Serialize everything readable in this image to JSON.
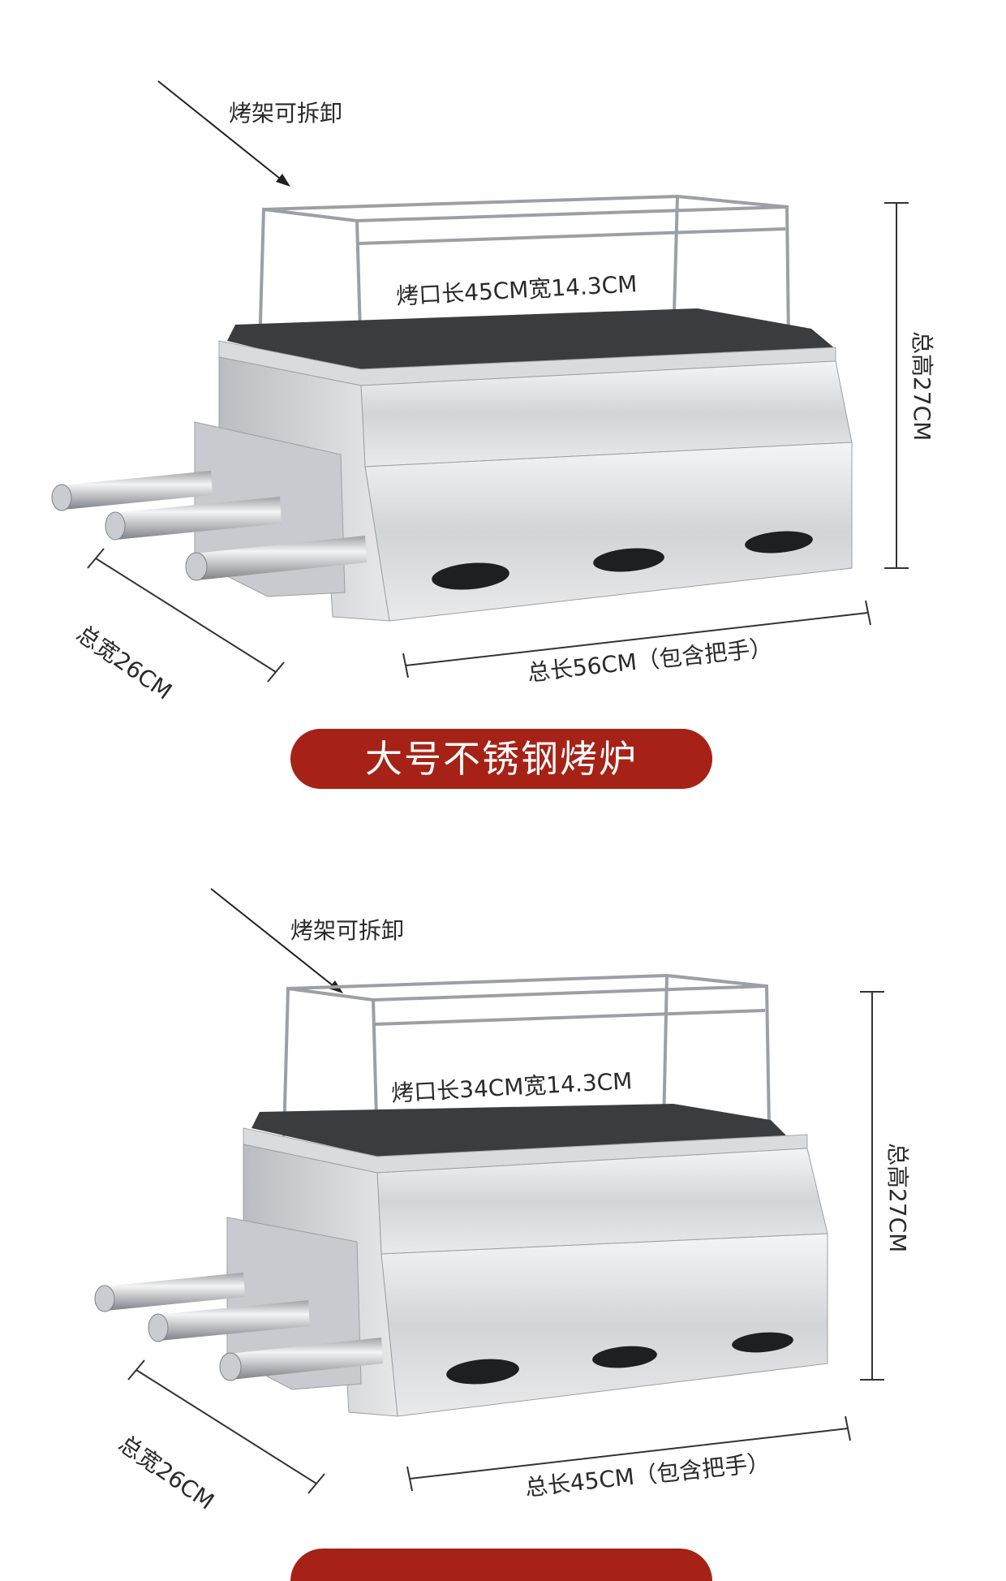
{
  "product_large": {
    "detach_label": "烤架可拆卸",
    "opening_label": "烤口长45CM宽14.3CM",
    "height_label": "总高27CM",
    "width_label": "总宽26CM",
    "length_label": "总长56CM（包含把手）",
    "badge": "大号不锈钢烤炉"
  },
  "product_small": {
    "detach_label": "烤架可拆卸",
    "opening_label": "烤口长34CM宽14.3CM",
    "height_label": "总高27CM",
    "width_label": "总宽26CM",
    "length_label": "总长45CM（包含把手）"
  },
  "colors": {
    "badge_red": "#a62216",
    "steel_light": "#e9ebed",
    "steel_mid": "#c4c8cc",
    "steel_dark": "#8d9298"
  }
}
